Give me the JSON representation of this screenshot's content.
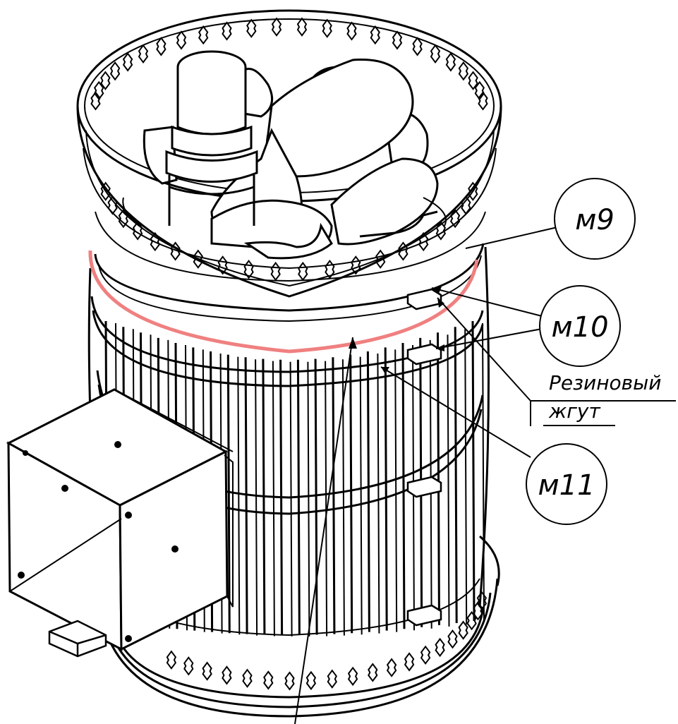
{
  "callouts": {
    "m9": "м9",
    "m10": "м10",
    "m11": "м11"
  },
  "label": {
    "line1": "Резиновый",
    "line2": "жгут"
  },
  "colors": {
    "ink": "#000000",
    "rubber_band": "#f08080",
    "paper": "#ffffff"
  }
}
